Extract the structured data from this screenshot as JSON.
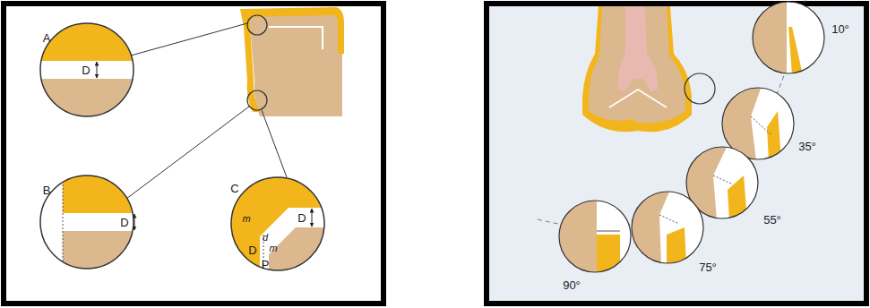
{
  "diagram": {
    "labels": [
      "A",
      "D",
      "B",
      "D",
      "C",
      "D",
      "m",
      "d",
      "D",
      "m",
      "P",
      "10°",
      "35°",
      "55°",
      "75°",
      "90°"
    ]
  }
}
